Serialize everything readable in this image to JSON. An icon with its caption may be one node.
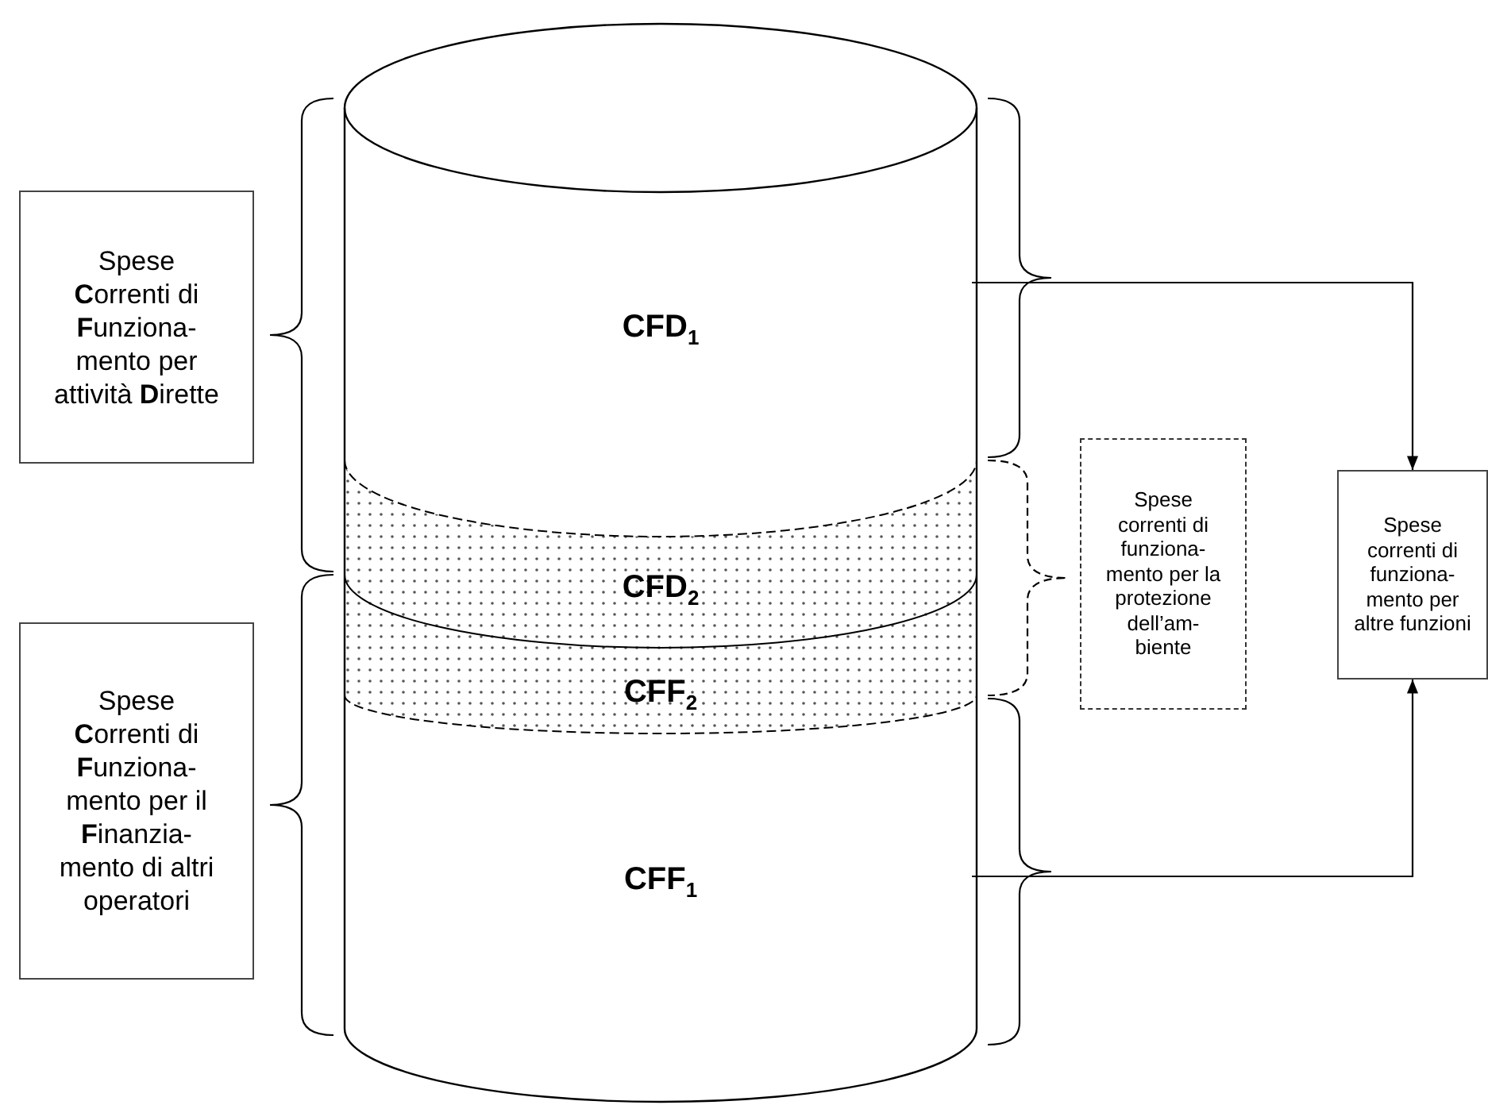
{
  "diagram": {
    "nodes": [
      {
        "text": [],
        "shape": "cylinder"
      },
      {
        "text": [
          "CFD$_{1}$"
        ],
        "in": 0
      },
      {
        "text": [
          "CFD$_{2}$"
        ],
        "in": 0
      },
      {
        "text": [
          "CFF$_{2}$"
        ],
        "in": 0
      },
      {
        "text": [
          "CFF$_{1}$"
        ],
        "in": 0
      },
      {
        "text": [
          "Spese **C**orrenti di **F**unziona- mento per attività **D**irette"
        ]
      },
      {
        "text": [
          "Spese **C**orrenti di **F**unziona- mento per il **F**inanzia- mento di altri operatori"
        ]
      },
      {
        "text": [
          "Spese correnti di funziona- mento per la protezione dell’am- biente"
        ]
      },
      {
        "text": [
          "Spese correnti di funziona- mento per altre funzioni"
        ]
      }
    ],
    "edges": [
      {
        "from": 1,
        "to": 8,
        "arrow": "to"
      },
      {
        "from": 4,
        "to": 8,
        "arrow": "to"
      }
    ]
  }
}
